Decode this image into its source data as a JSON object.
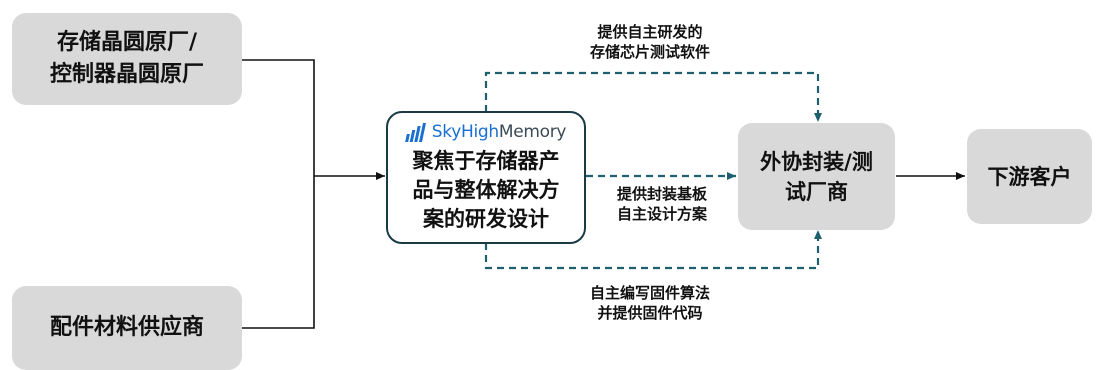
{
  "suppliers": {
    "wafer_fab": [
      "存储晶圆原厂/",
      "控制器晶圆原厂"
    ],
    "parts": "配件材料供应商"
  },
  "center": {
    "logo": {
      "sky": "SkyHigh",
      "memory": "Memory"
    },
    "lines": [
      "聚焦于存储器产",
      "品与整体解决方",
      "案的研发设计"
    ]
  },
  "osat": [
    "外协封装/测",
    "试厂商"
  ],
  "downstream": "下游客户",
  "flows": {
    "top": [
      "提供自主研发的",
      "存储芯片测试软件"
    ],
    "middle": [
      "提供封装基板",
      "自主设计方案"
    ],
    "bottom": [
      "自主编写固件算法",
      "并提供固件代码"
    ]
  },
  "colors": {
    "box_fill": "#d9d9d9",
    "dashed_line": "#1f5f6e",
    "solid_line": "#111111",
    "center_border": "#1a3a45",
    "logo_blue": "#1a6fd0"
  }
}
